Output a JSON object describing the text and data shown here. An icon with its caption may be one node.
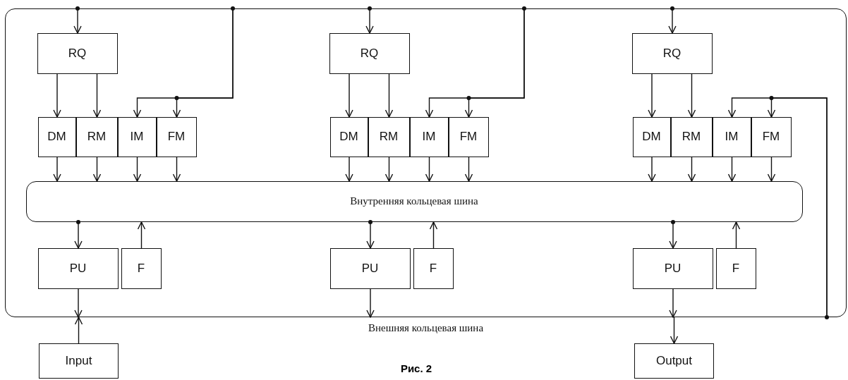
{
  "diagram": {
    "nodes": [
      {
        "text": [
          "Внешняя кольцевая шина"
        ]
      },
      {
        "text": [
          "Внутренняя кольцевая шина"
        ],
        "in": 0
      },
      {
        "text": [
          "RQ"
        ],
        "in": 0
      },
      {
        "text": [
          "DM"
        ],
        "in": 0
      },
      {
        "text": [
          "RM"
        ],
        "in": 0
      },
      {
        "text": [
          "IM"
        ],
        "in": 0
      },
      {
        "text": [
          "FM"
        ],
        "in": 0
      },
      {
        "text": [
          "PU"
        ],
        "in": 0
      },
      {
        "text": [
          "F"
        ],
        "in": 0
      },
      {
        "text": [
          "RQ"
        ],
        "in": 0
      },
      {
        "text": [
          "DM"
        ],
        "in": 0
      },
      {
        "text": [
          "RM"
        ],
        "in": 0
      },
      {
        "text": [
          "IM"
        ],
        "in": 0
      },
      {
        "text": [
          "FM"
        ],
        "in": 0
      },
      {
        "text": [
          "PU"
        ],
        "in": 0
      },
      {
        "text": [
          "F"
        ],
        "in": 0
      },
      {
        "text": [
          "RQ"
        ],
        "in": 0
      },
      {
        "text": [
          "DM"
        ],
        "in": 0
      },
      {
        "text": [
          "RM"
        ],
        "in": 0
      },
      {
        "text": [
          "IM"
        ],
        "in": 0
      },
      {
        "text": [
          "FM"
        ],
        "in": 0
      },
      {
        "text": [
          "PU"
        ],
        "in": 0
      },
      {
        "text": [
          "F"
        ],
        "in": 0
      },
      {
        "text": [
          "Input"
        ]
      },
      {
        "text": [
          "Output"
        ]
      }
    ],
    "edges": [
      {
        "from": 0,
        "to": 2,
        "arrow": "to"
      },
      {
        "from": 2,
        "to": 3,
        "arrow": "to"
      },
      {
        "from": 2,
        "to": 4,
        "arrow": "to"
      },
      {
        "from": 0,
        "to": 5,
        "arrow": "to"
      },
      {
        "from": 0,
        "to": 6,
        "arrow": "to"
      },
      {
        "from": 3,
        "to": 1,
        "arrow": "to"
      },
      {
        "from": 4,
        "to": 1,
        "arrow": "to"
      },
      {
        "from": 5,
        "to": 1,
        "arrow": "to"
      },
      {
        "from": 6,
        "to": 1,
        "arrow": "to"
      },
      {
        "from": 1,
        "to": 7,
        "arrow": "to"
      },
      {
        "from": 8,
        "to": 1,
        "arrow": "to"
      },
      {
        "from": 7,
        "to": 0,
        "arrow": "to"
      },
      {
        "from": 0,
        "to": 9,
        "arrow": "to"
      },
      {
        "from": 9,
        "to": 10,
        "arrow": "to"
      },
      {
        "from": 9,
        "to": 11,
        "arrow": "to"
      },
      {
        "from": 0,
        "to": 12,
        "arrow": "to"
      },
      {
        "from": 0,
        "to": 13,
        "arrow": "to"
      },
      {
        "from": 10,
        "to": 1,
        "arrow": "to"
      },
      {
        "from": 11,
        "to": 1,
        "arrow": "to"
      },
      {
        "from": 12,
        "to": 1,
        "arrow": "to"
      },
      {
        "from": 13,
        "to": 1,
        "arrow": "to"
      },
      {
        "from": 1,
        "to": 14,
        "arrow": "to"
      },
      {
        "from": 15,
        "to": 1,
        "arrow": "to"
      },
      {
        "from": 14,
        "to": 0,
        "arrow": "to"
      },
      {
        "from": 0,
        "to": 16,
        "arrow": "to"
      },
      {
        "from": 16,
        "to": 17,
        "arrow": "to"
      },
      {
        "from": 16,
        "to": 18,
        "arrow": "to"
      },
      {
        "from": 0,
        "to": 19,
        "arrow": "to"
      },
      {
        "from": 0,
        "to": 20,
        "arrow": "to"
      },
      {
        "from": 17,
        "to": 1,
        "arrow": "to"
      },
      {
        "from": 18,
        "to": 1,
        "arrow": "to"
      },
      {
        "from": 19,
        "to": 1,
        "arrow": "to"
      },
      {
        "from": 20,
        "to": 1,
        "arrow": "to"
      },
      {
        "from": 1,
        "to": 21,
        "arrow": "to"
      },
      {
        "from": 22,
        "to": 1,
        "arrow": "to"
      },
      {
        "from": 21,
        "to": 0,
        "arrow": "to"
      },
      {
        "from": 23,
        "to": 0,
        "arrow": "to"
      },
      {
        "from": 0,
        "to": 24,
        "arrow": "to"
      }
    ],
    "labels": [
      "Рис. 2"
    ]
  }
}
